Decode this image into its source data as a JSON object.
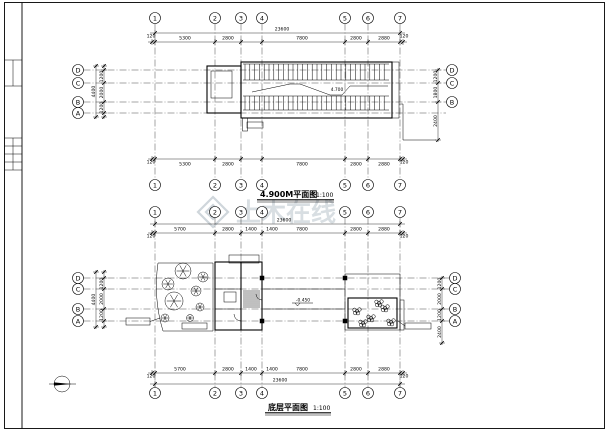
{
  "colors": {
    "line": "#000000",
    "paper": "#ffffff",
    "watermark": "#cfd6db"
  },
  "watermark": "土木在线",
  "upper_plan": {
    "title": "4.900M平面图",
    "scale": "1:100",
    "axis_columns": [
      "1",
      "2",
      "3",
      "4",
      "5",
      "6",
      "7"
    ],
    "axis_rows": [
      "D",
      "C",
      "B",
      "A"
    ],
    "overall_width": "23600",
    "edge_offset": "120",
    "top_dims": [
      "5300",
      "2800",
      "7800",
      "2800",
      "2880"
    ],
    "bottom_dims": [
      "5300",
      "2800",
      "7800",
      "2800",
      "2880"
    ],
    "left_dims": [
      "1200",
      "2000",
      "1200"
    ],
    "left_overall": "4400",
    "right_dims": [
      "1200",
      "1800",
      "2400"
    ],
    "elevation": "4.700"
  },
  "ground_plan": {
    "title": "底层平面图",
    "scale": "1:100",
    "axis_columns": [
      "1",
      "2",
      "3",
      "4",
      "5",
      "6",
      "7"
    ],
    "axis_rows": [
      "D",
      "C",
      "B",
      "A"
    ],
    "overall_width": "23600",
    "edge_offset": "120",
    "top_dims": [
      "5700",
      "2800",
      "1400",
      "1400",
      "7800",
      "2800",
      "2880"
    ],
    "bottom_dims": [
      "5700",
      "2800",
      "1400",
      "1400",
      "7800",
      "2800",
      "2880"
    ],
    "left_dims": [
      "1200",
      "2000",
      "1200"
    ],
    "left_overall": "4400",
    "right_dims": [
      "1200",
      "2000",
      "1200",
      "2400"
    ],
    "elevation": "-0.450"
  }
}
